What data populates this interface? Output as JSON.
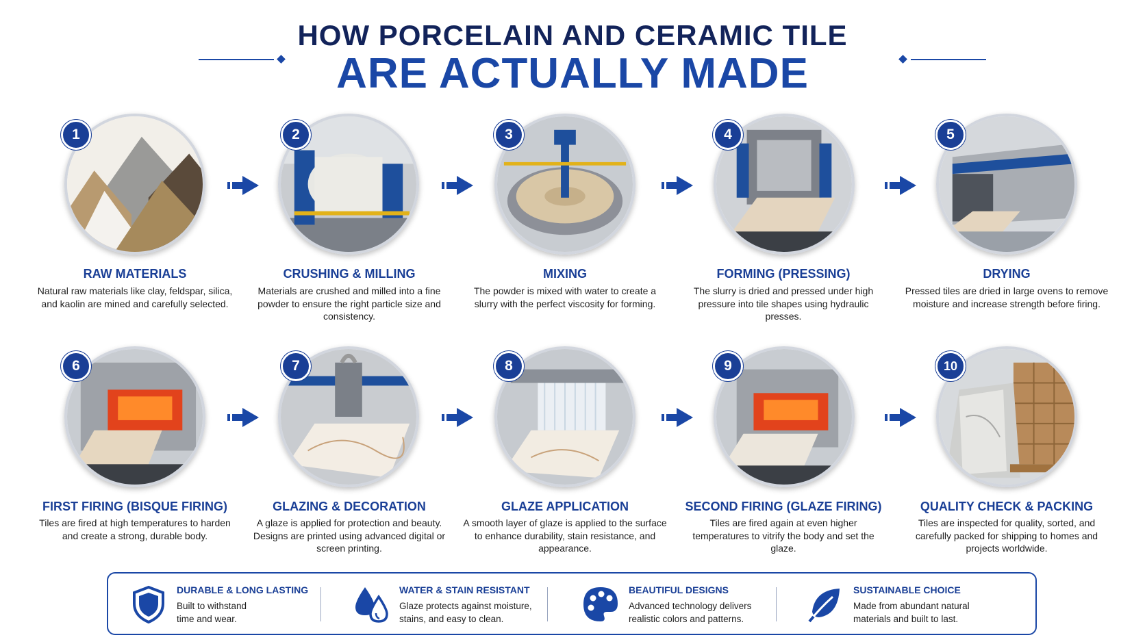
{
  "header": {
    "title_line1": "HOW PORCELAIN AND CERAMIC TILE",
    "title_line2": "ARE ACTUALLY MADE"
  },
  "colors": {
    "navy": "#12235a",
    "accent_blue": "#1a47a6",
    "badge_blue": "#1a3f96"
  },
  "steps": [
    {
      "number": "1",
      "title": "RAW MATERIALS",
      "description": "Natural raw materials like clay, feldspar, silica, and kaolin are mined and carefully selected.",
      "image": "raw-material-piles"
    },
    {
      "number": "2",
      "title": "CRUSHING & MILLING",
      "description": "Materials are crushed and milled into a fine powder to ensure the right particle size and consistency.",
      "image": "ball-mill"
    },
    {
      "number": "3",
      "title": "MIXING",
      "description": "The powder is mixed with water to create a slurry with the perfect viscosity for forming.",
      "image": "slurry-mixer"
    },
    {
      "number": "4",
      "title": "FORMING (PRESSING)",
      "description": "The slurry is dried and pressed under high pressure into tile shapes using hydraulic presses.",
      "image": "hydraulic-press"
    },
    {
      "number": "5",
      "title": "DRYING",
      "description": "Pressed tiles are dried in large ovens to remove moisture and increase strength before firing.",
      "image": "drying-oven"
    },
    {
      "number": "6",
      "title": "FIRST FIRING (BISQUE FIRING)",
      "description": "Tiles are fired at high temperatures to harden and create a strong, durable body.",
      "image": "kiln"
    },
    {
      "number": "7",
      "title": "GLAZING & DECORATION",
      "description": "A glaze is applied for protection and beauty. Designs are printed using advanced digital or screen printing.",
      "image": "digital-printer"
    },
    {
      "number": "8",
      "title": "GLAZE APPLICATION",
      "description": "A smooth layer of glaze is applied to the surface to enhance durability, stain resistance, and appearance.",
      "image": "glaze-waterfall"
    },
    {
      "number": "9",
      "title": "SECOND FIRING (GLAZE FIRING)",
      "description": "Tiles are fired again at even higher temperatures to vitrify the body and set the glaze.",
      "image": "kiln"
    },
    {
      "number": "10",
      "title": "QUALITY CHECK & PACKING",
      "description": "Tiles are inspected for quality, sorted, and carefully packed for shipping to homes and projects worldwide.",
      "image": "packed-pallets"
    }
  ],
  "benefits": [
    {
      "icon": "shield-icon",
      "title": "DURABLE & LONG LASTING",
      "line1": "Built to withstand",
      "line2": "time and wear."
    },
    {
      "icon": "water-drops-icon",
      "title": "WATER & STAIN RESISTANT",
      "line1": "Glaze protects against moisture,",
      "line2": "stains, and easy to clean."
    },
    {
      "icon": "palette-icon",
      "title": "BEAUTIFUL DESIGNS",
      "line1": "Advanced technology delivers",
      "line2": "realistic colors and patterns."
    },
    {
      "icon": "leaf-icon",
      "title": "SUSTAINABLE CHOICE",
      "line1": "Made from abundant natural",
      "line2": "materials and built to last."
    }
  ]
}
